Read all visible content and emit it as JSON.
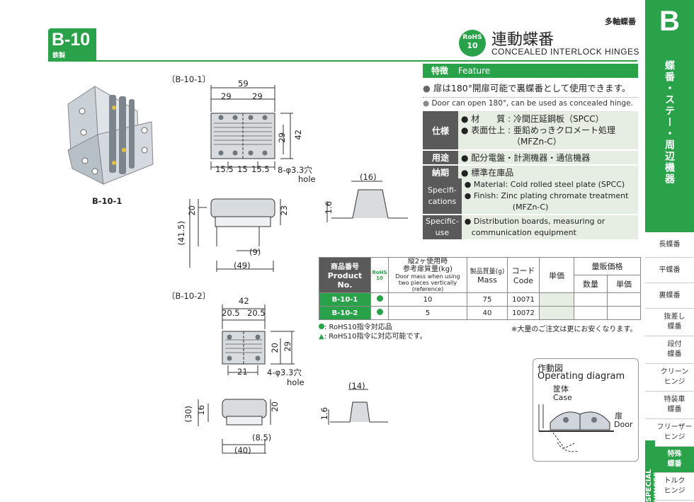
{
  "header": {
    "code": "B-10",
    "material": "鉄製",
    "category": "多軸蝶番",
    "rohs_logo": [
      "RoHS",
      "10"
    ],
    "title_jp": "連動蝶番",
    "title_en": "CONCEALED INTERLOCK HINGES"
  },
  "sidebar": {
    "letter": "B",
    "vertical": "蝶番・ステー・周辺機器",
    "items": [
      {
        "label": "長蝶番"
      },
      {
        "label": "平蝶番"
      },
      {
        "label": "裏蝶番"
      },
      {
        "label": "抜差し\n蝶番"
      },
      {
        "label": "段付\n蝶番"
      },
      {
        "label": "クリーン\nヒンジ"
      },
      {
        "label": "特装車\n蝶番"
      },
      {
        "label": "フリーザー\nヒンジ"
      },
      {
        "label": "特殊\n蝶番",
        "active": true
      },
      {
        "label": "トルク\nヒンジ"
      }
    ],
    "strip": "SPECIAL HINGES"
  },
  "feature": {
    "bar_jp": "特徴",
    "bar_en": "Feature",
    "text_jp": "扉は180°開扉可能で裏蝶番として使用できます。",
    "text_en": "Door can open 180°, can be used as concealed hinge."
  },
  "specs_jp": {
    "material_head": "仕様",
    "material_lines": [
      "材　　質 : 冷間圧延鋼板（SPCC）",
      "表面仕上 : 亜鉛めっきクロメート処理",
      "（MFZn-C）"
    ],
    "use_head": "用途",
    "use_text": "配分電盤・計測機器・通信機器",
    "delivery_head": "納期",
    "delivery_text": "標準在庫品"
  },
  "specs_en": {
    "spec_head": "Specifi-\ncations",
    "spec_lines": [
      "Material: Cold rolled steel plate (SPCC)",
      "Finish: Zinc plating chromate treatment",
      "(MFZn-C)"
    ],
    "use_head": "Specific-\nuse",
    "use_lines": [
      "Distribution boards, measuring or",
      "communication equipment"
    ]
  },
  "product_table": {
    "head_product_jp": "商品番号",
    "head_product_en": "Product No.",
    "head_rohs": "RoHS\n10",
    "head_mass_jp1": "縦2ヶ使用時",
    "head_mass_jp2": "参考扉質量(kg)",
    "head_mass_en1": "Door mass when using",
    "head_mass_en2": "two pieces vertically (reference)",
    "head_weight_jp": "製品質量(g)",
    "head_weight_en": "Mass",
    "head_code_jp": "コード",
    "head_code_en": "Code",
    "head_price": "単価",
    "head_bulk": "量販価格",
    "head_qty": "数量",
    "head_unit": "単価",
    "rows": [
      {
        "product": "B-10-1",
        "door_mass": "10",
        "mass": "75",
        "code": "10071"
      },
      {
        "product": "B-10-2",
        "door_mass": "5",
        "mass": "40",
        "code": "10072"
      }
    ]
  },
  "legend": {
    "circle": ": RoHS10指令対応品",
    "triangle": ": RoHS10指令に対応可能です。",
    "note": "※大量のご注文は更にお安くなります。"
  },
  "photo_label": "B-10-1",
  "drawing1": {
    "title": "〔B-10-1〕",
    "dims": [
      "59",
      "29",
      "29",
      "42",
      "29",
      "15.5",
      "15",
      "15.5",
      "8-φ3.3穴",
      "hole",
      "20",
      "23",
      "(41.5)",
      "(9)",
      "(49)",
      "(16)",
      "1.6"
    ]
  },
  "drawing2": {
    "title": "〔B-10-2〕",
    "dims": [
      "42",
      "20.5",
      "20.5",
      "20",
      "29",
      "21",
      "4-φ3.3穴",
      "hole",
      "(30)",
      "16",
      "20",
      "(8.5)",
      "(40)",
      "(14)",
      "1.6"
    ]
  },
  "operating": {
    "title_jp": "作動図",
    "title_en": "Operating diagram",
    "case_jp": "筐体",
    "case_en": "Case",
    "door_jp": "扉",
    "door_en": "Door"
  }
}
